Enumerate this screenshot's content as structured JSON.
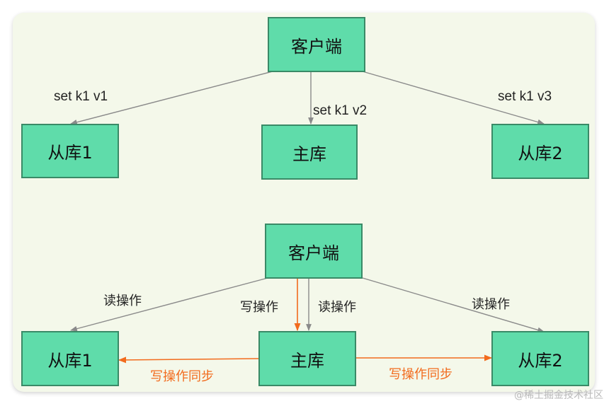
{
  "top": {
    "client": "客户端",
    "slave1": "从库1",
    "master": "主库",
    "slave2": "从库2",
    "edge_labels": {
      "to_slave1": "set k1 v1",
      "to_master": "set k1 v2",
      "to_slave2": "set k1 v3"
    }
  },
  "bottom": {
    "client": "客户端",
    "slave1": "从库1",
    "master": "主库",
    "slave2": "从库2",
    "edge_labels": {
      "read_left": "读操作",
      "write_center": "写操作",
      "read_center": "读操作",
      "read_right": "读操作",
      "sync_left": "写操作同步",
      "sync_right": "写操作同步"
    }
  },
  "watermark": "@稀土掘金技术社区",
  "colors": {
    "node_fill": "#5fdcaa",
    "node_border": "#3a8a67",
    "edge": "#8a8a8a",
    "sync_edge": "#f26b1d",
    "panel_bg": "#f4f8ea"
  }
}
